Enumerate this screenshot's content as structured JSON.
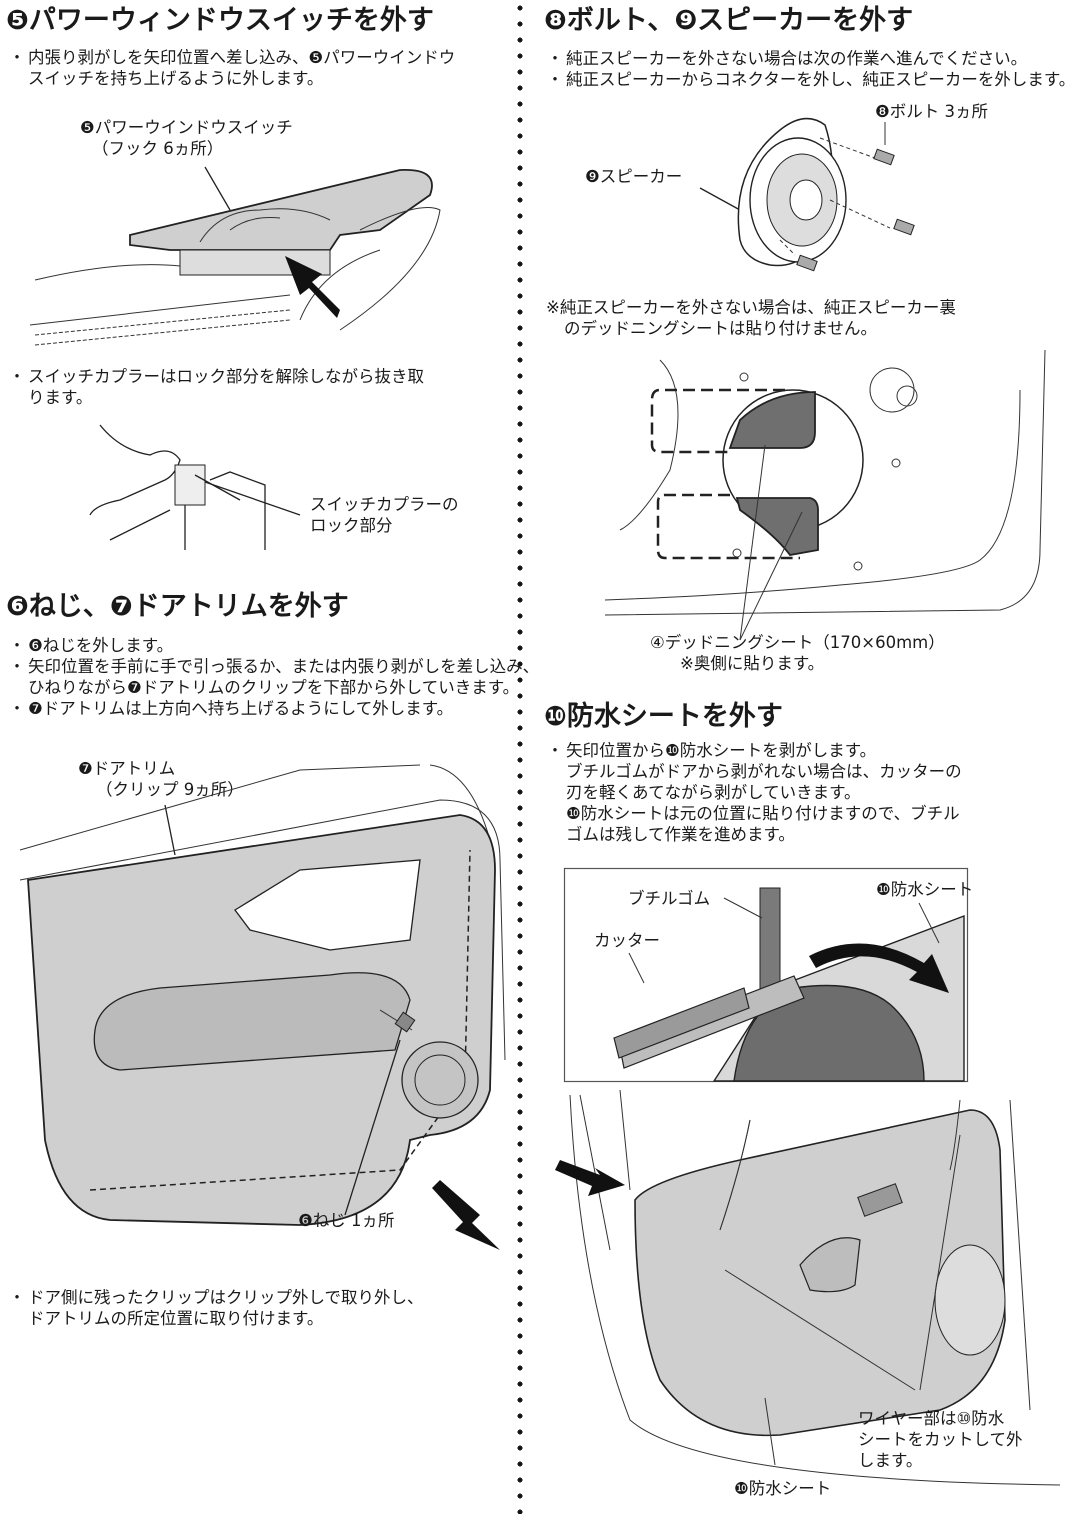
{
  "left_column": {
    "section5": {
      "title": "❺パワーウィンドウスイッチを外す",
      "bullets": [
        {
          "lines": [
            "内張り剥がしを矢印位置へ差し込み、❺パワーウインドウ",
            "スイッチを持ち上げるように外します。"
          ]
        }
      ],
      "figure1": {
        "label_line1": "❺パワーウインドウスイッチ",
        "label_line2": "（フック 6ヵ所）"
      },
      "bullets2": [
        {
          "lines": [
            "スイッチカプラーはロック部分を解除しながら抜き取",
            "ります。"
          ]
        }
      ],
      "figure2": {
        "label_line1": "スイッチカプラーの",
        "label_line2": "ロック部分"
      }
    },
    "section6_7": {
      "title": "❻ねじ、❼ドアトリムを外す",
      "bullets": [
        {
          "lines": [
            "❻ねじを外します。"
          ]
        },
        {
          "lines": [
            "矢印位置を手前に手で引っ張るか、または内張り剥がしを差し込み、",
            "ひねりながら❼ドアトリムのクリップを下部から外していきます。"
          ]
        },
        {
          "lines": [
            "❼ドアトリムは上方向へ持ち上げるようにして外します。"
          ]
        }
      ],
      "figure": {
        "trim_label_line1": "❼ドアトリム",
        "trim_label_line2": "（クリップ 9ヵ所）",
        "screw_label": "❻ねじ 1ヵ所"
      },
      "note": {
        "lines": [
          "ドア側に残ったクリップはクリップ外しで取り外し、",
          "ドアトリムの所定位置に取り付けます。"
        ]
      }
    }
  },
  "right_column": {
    "section8_9": {
      "title": "❽ボルト、❾スピーカーを外す",
      "bullets": [
        {
          "lines": [
            "純正スピーカーを外さない場合は次の作業へ進んでください。"
          ]
        },
        {
          "lines": [
            "純正スピーカーからコネクターを外し、純正スピーカーを外します。"
          ]
        }
      ],
      "figure": {
        "bolt_label": "❽ボルト 3ヵ所",
        "speaker_label": "❾スピーカー"
      },
      "note": {
        "lines": [
          "※純正スピーカーを外さない場合は、純正スピーカー裏",
          "のデッドニングシートは貼り付けません。"
        ]
      },
      "figure2": {
        "sheet_label_line1": "④デッドニングシート（170×60mm）",
        "sheet_label_line2": "※奥側に貼ります。"
      }
    },
    "section10": {
      "title": "❿防水シートを外す",
      "bullets": [
        {
          "lines": [
            "矢印位置から❿防水シートを剥がします。",
            "ブチルゴムがドアから剥がれない場合は、カッターの",
            "刃を軽くあてながら剥がしていきます。",
            "❿防水シートは元の位置に貼り付けますので、ブチル",
            "ゴムは残して作業を進めます。"
          ]
        }
      ],
      "detail_figure": {
        "butyl_label": "ブチルゴム",
        "cutter_label": "カッター",
        "sheet_label": "❿防水シート"
      },
      "door_figure": {
        "wire_label_line1": "ワイヤー部は⑩防水",
        "wire_label_line2": "シートをカットして外",
        "wire_label_line3": "します。",
        "sheet_label": "❿防水シート"
      }
    }
  },
  "bullet_char": "・"
}
